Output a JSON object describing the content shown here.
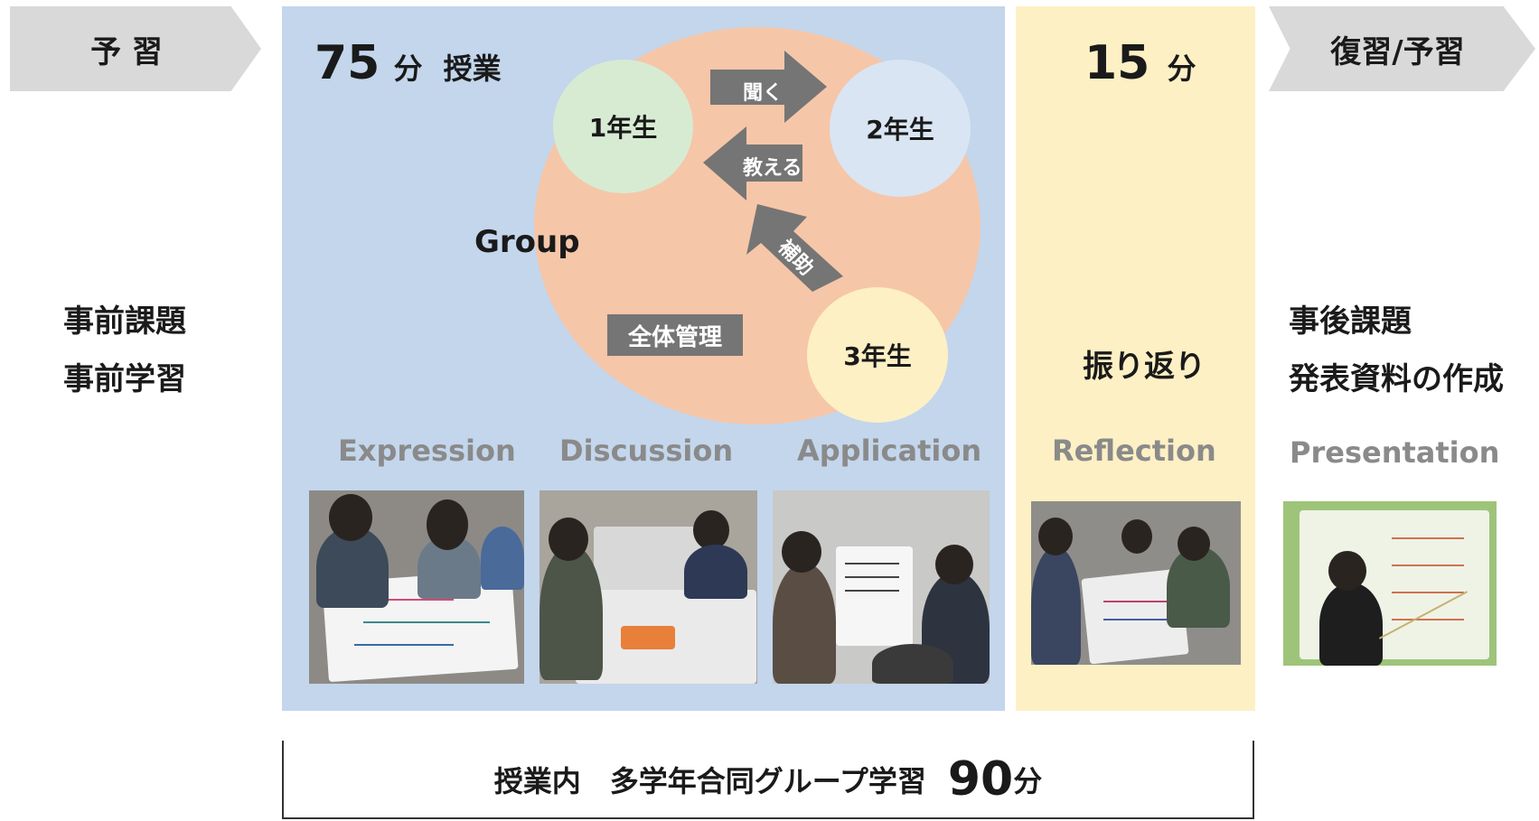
{
  "steps": {
    "pre": "予 習",
    "post": "復習/予習"
  },
  "class": {
    "minutes": "75",
    "unit": "分",
    "label": "授業"
  },
  "reflection_block": {
    "minutes": "15",
    "unit": "分",
    "label": "振り返り"
  },
  "group": {
    "label": "Group",
    "year1": "1年生",
    "year2": "2年生",
    "year3": "3年生",
    "arrow_listen": "聞く",
    "arrow_teach": "教える",
    "arrow_assist": "補助",
    "management": "全体管理"
  },
  "pre_tasks": [
    "事前課題",
    "事前学習"
  ],
  "post_tasks": [
    "事後課題",
    "発表資料の作成"
  ],
  "phases": {
    "expression": "Expression",
    "discussion": "Discussion",
    "application": "Application",
    "reflection": "Reflection",
    "presentation": "Presentation"
  },
  "footer": {
    "text": "授業内　多学年合同グループ学習",
    "minutes": "90",
    "unit": "分"
  },
  "colors": {
    "class_panel": "#c3d6ec",
    "reflection_panel": "#fdf0c4",
    "group_circle": "#f6c6a8",
    "year1": "#d7ebd3",
    "year2": "#d9e5f3",
    "year3": "#fdf0c4",
    "arrow": "#757575",
    "chevron": "#d9d9d9",
    "phase_text": "#8a8a8a"
  }
}
